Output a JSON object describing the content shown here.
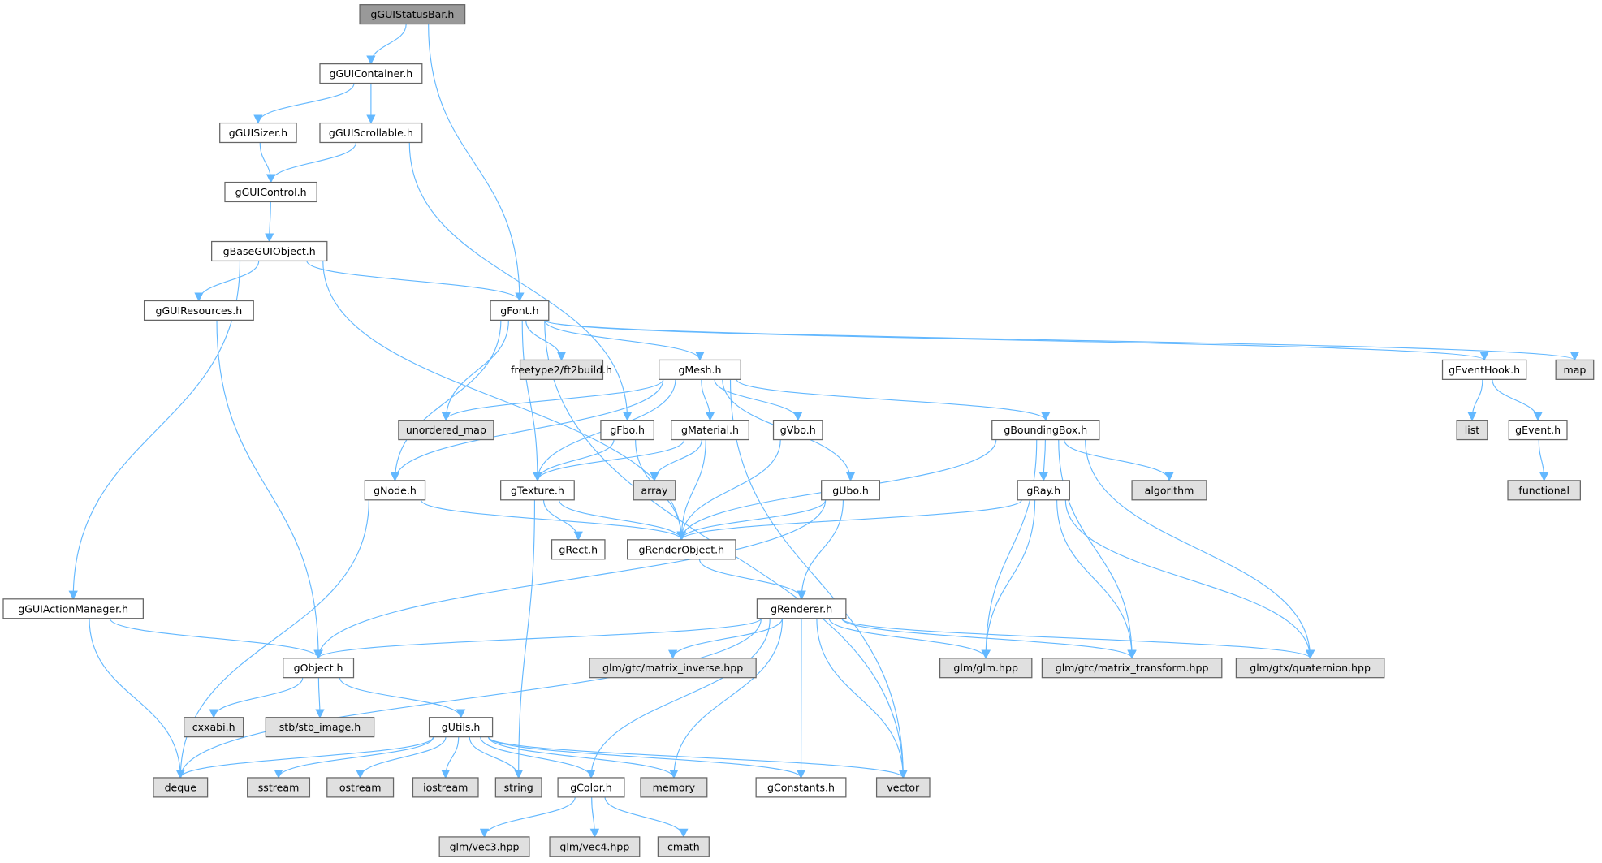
{
  "colors": {
    "edge": "#63b8ff",
    "root_fill": "#999999",
    "external_fill": "#e0e0e0",
    "local_fill": "#ffffff",
    "highlight_border": "#ff0000"
  },
  "nodes": {
    "statusbar": {
      "label": "gGUIStatusBar.h",
      "kind": "root"
    },
    "container": {
      "label": "gGUIContainer.h",
      "kind": "local"
    },
    "sizer": {
      "label": "gGUISizer.h",
      "kind": "local"
    },
    "scrollable": {
      "label": "gGUIScrollable.h",
      "kind": "local"
    },
    "control": {
      "label": "gGUIControl.h",
      "kind": "local"
    },
    "base": {
      "label": "gBaseGUIObject.h",
      "kind": "local"
    },
    "resources": {
      "label": "gGUIResources.h",
      "kind": "local"
    },
    "font": {
      "label": "gFont.h",
      "kind": "local"
    },
    "freetype": {
      "label": "freetype2/ft2build.h",
      "kind": "external"
    },
    "mesh": {
      "label": "gMesh.h",
      "kind": "local"
    },
    "eventhook": {
      "label": "gEventHook.h",
      "kind": "local"
    },
    "map": {
      "label": "map",
      "kind": "external"
    },
    "unordered_map": {
      "label": "unordered_map",
      "kind": "external"
    },
    "fbo": {
      "label": "gFbo.h",
      "kind": "local"
    },
    "material": {
      "label": "gMaterial.h",
      "kind": "local"
    },
    "vbo": {
      "label": "gVbo.h",
      "kind": "local"
    },
    "bbox": {
      "label": "gBoundingBox.h",
      "kind": "local"
    },
    "list": {
      "label": "list",
      "kind": "external"
    },
    "event": {
      "label": "gEvent.h",
      "kind": "local"
    },
    "node": {
      "label": "gNode.h",
      "kind": "local"
    },
    "array": {
      "label": "array",
      "kind": "external"
    },
    "texture": {
      "label": "gTexture.h",
      "kind": "local"
    },
    "ubo": {
      "label": "gUbo.h",
      "kind": "local"
    },
    "ray": {
      "label": "gRay.h",
      "kind": "local"
    },
    "algorithm": {
      "label": "algorithm",
      "kind": "external"
    },
    "functional": {
      "label": "functional",
      "kind": "external"
    },
    "rect": {
      "label": "gRect.h",
      "kind": "local"
    },
    "renderobject": {
      "label": "gRenderObject.h",
      "kind": "local"
    },
    "actionmanager": {
      "label": "gGUIActionManager.h",
      "kind": "local"
    },
    "renderer": {
      "label": "gRenderer.h",
      "kind": "local"
    },
    "object": {
      "label": "gObject.h",
      "kind": "local"
    },
    "matinv": {
      "label": "glm/gtc/matrix_inverse.hpp",
      "kind": "external"
    },
    "glm": {
      "label": "glm/glm.hpp",
      "kind": "external"
    },
    "mattrans": {
      "label": "glm/gtc/matrix_transform.hpp",
      "kind": "external"
    },
    "quat": {
      "label": "glm/gtx/quaternion.hpp",
      "kind": "external"
    },
    "cxxabi": {
      "label": "cxxabi.h",
      "kind": "external"
    },
    "stb": {
      "label": "stb/stb_image.h",
      "kind": "external"
    },
    "utils": {
      "label": "gUtils.h",
      "kind": "highlight"
    },
    "deque": {
      "label": "deque",
      "kind": "external"
    },
    "sstream": {
      "label": "sstream",
      "kind": "external"
    },
    "ostream": {
      "label": "ostream",
      "kind": "external"
    },
    "iostream": {
      "label": "iostream",
      "kind": "external"
    },
    "string": {
      "label": "string",
      "kind": "external"
    },
    "color": {
      "label": "gColor.h",
      "kind": "local"
    },
    "memory": {
      "label": "memory",
      "kind": "external"
    },
    "constants": {
      "label": "gConstants.h",
      "kind": "local"
    },
    "vector": {
      "label": "vector",
      "kind": "external"
    },
    "vec3": {
      "label": "glm/vec3.hpp",
      "kind": "external"
    },
    "vec4": {
      "label": "glm/vec4.hpp",
      "kind": "external"
    },
    "cmath": {
      "label": "cmath",
      "kind": "external"
    }
  },
  "edges": [
    [
      "statusbar",
      "container"
    ],
    [
      "statusbar",
      "font"
    ],
    [
      "container",
      "sizer"
    ],
    [
      "container",
      "scrollable"
    ],
    [
      "sizer",
      "control"
    ],
    [
      "scrollable",
      "control"
    ],
    [
      "scrollable",
      "fbo"
    ],
    [
      "control",
      "base"
    ],
    [
      "base",
      "actionmanager"
    ],
    [
      "base",
      "resources"
    ],
    [
      "base",
      "renderobject"
    ],
    [
      "base",
      "font"
    ],
    [
      "resources",
      "object"
    ],
    [
      "font",
      "node"
    ],
    [
      "font",
      "texture"
    ],
    [
      "font",
      "unordered_map"
    ],
    [
      "font",
      "freetype"
    ],
    [
      "font",
      "mesh"
    ],
    [
      "font",
      "vector"
    ],
    [
      "font",
      "eventhook"
    ],
    [
      "font",
      "map"
    ],
    [
      "mesh",
      "unordered_map"
    ],
    [
      "mesh",
      "node"
    ],
    [
      "mesh",
      "texture"
    ],
    [
      "mesh",
      "material"
    ],
    [
      "mesh",
      "vbo"
    ],
    [
      "mesh",
      "ubo"
    ],
    [
      "mesh",
      "vector"
    ],
    [
      "mesh",
      "bbox"
    ],
    [
      "eventhook",
      "list"
    ],
    [
      "eventhook",
      "event"
    ],
    [
      "event",
      "functional"
    ],
    [
      "fbo",
      "texture"
    ],
    [
      "fbo",
      "renderobject"
    ],
    [
      "material",
      "texture"
    ],
    [
      "material",
      "array"
    ],
    [
      "material",
      "renderobject"
    ],
    [
      "vbo",
      "renderobject"
    ],
    [
      "bbox",
      "renderobject"
    ],
    [
      "bbox",
      "glm"
    ],
    [
      "bbox",
      "ray"
    ],
    [
      "bbox",
      "mattrans"
    ],
    [
      "bbox",
      "algorithm"
    ],
    [
      "bbox",
      "quat"
    ],
    [
      "node",
      "renderobject"
    ],
    [
      "node",
      "deque"
    ],
    [
      "texture",
      "rect"
    ],
    [
      "texture",
      "renderobject"
    ],
    [
      "texture",
      "string"
    ],
    [
      "ubo",
      "renderobject"
    ],
    [
      "ubo",
      "renderer"
    ],
    [
      "ubo",
      "object"
    ],
    [
      "ray",
      "renderobject"
    ],
    [
      "ray",
      "glm"
    ],
    [
      "ray",
      "mattrans"
    ],
    [
      "ray",
      "quat"
    ],
    [
      "renderobject",
      "renderer"
    ],
    [
      "actionmanager",
      "object"
    ],
    [
      "actionmanager",
      "deque"
    ],
    [
      "renderer",
      "object"
    ],
    [
      "renderer",
      "deque"
    ],
    [
      "renderer",
      "matinv"
    ],
    [
      "renderer",
      "glm"
    ],
    [
      "renderer",
      "mattrans"
    ],
    [
      "renderer",
      "quat"
    ],
    [
      "renderer",
      "color"
    ],
    [
      "renderer",
      "memory"
    ],
    [
      "renderer",
      "constants"
    ],
    [
      "renderer",
      "vector"
    ],
    [
      "object",
      "cxxabi"
    ],
    [
      "object",
      "stb"
    ],
    [
      "object",
      "utils"
    ],
    [
      "utils",
      "deque"
    ],
    [
      "utils",
      "sstream"
    ],
    [
      "utils",
      "ostream"
    ],
    [
      "utils",
      "iostream"
    ],
    [
      "utils",
      "string"
    ],
    [
      "utils",
      "color"
    ],
    [
      "utils",
      "memory"
    ],
    [
      "utils",
      "constants"
    ],
    [
      "utils",
      "vector"
    ],
    [
      "color",
      "vec3"
    ],
    [
      "color",
      "vec4"
    ],
    [
      "color",
      "cmath"
    ]
  ]
}
